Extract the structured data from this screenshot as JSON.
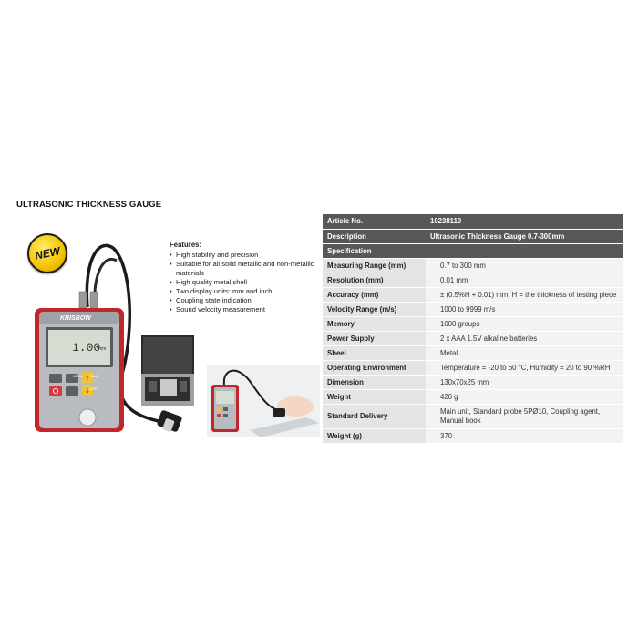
{
  "title": "ULTRASONIC THICKNESS GAUGE",
  "badge": "NEW",
  "device": {
    "brand": "KRISBOW",
    "display_value": "1.00",
    "display_unit": "mm",
    "keys": [
      "MENU",
      "CALB",
      "ZERO"
    ]
  },
  "features": {
    "heading": "Features:",
    "items": [
      "High stability and precision",
      "Suitable for all solid metallic and non-metallic materials",
      "High quality metal shell",
      "Two display units: mm and inch",
      "Coupling state indication",
      "Sound velocity measurement"
    ]
  },
  "spec_table": {
    "article": {
      "label": "Article No.",
      "value": "10238110"
    },
    "description": {
      "label": "Description",
      "value": "Ultrasonic Thickness Gauge 0.7-300mm"
    },
    "section": "Specification",
    "rows": [
      {
        "label": "Measuring Range (mm)",
        "value": "0.7 to 300 mm"
      },
      {
        "label": "Resolution (mm)",
        "value": "0.01 mm"
      },
      {
        "label": "Accuracy (mm)",
        "value": "± (0.5%H + 0.01) mm, H = the thickness of testing piece"
      },
      {
        "label": "Velocity Range (m/s)",
        "value": "1000 to 9999 m/s"
      },
      {
        "label": "Memory",
        "value": "1000 groups"
      },
      {
        "label": "Power Supply",
        "value": "2 x AAA 1.5V alkaline batteries"
      },
      {
        "label": "Sheel",
        "value": "Metal"
      },
      {
        "label": "Operating Environment",
        "value": "Temperature = -20 to 60 °C, Humidity = 20 to 90 %RH"
      },
      {
        "label": "Dimension",
        "value": "130x70x25 mm"
      },
      {
        "label": "Weight",
        "value": "420 g"
      },
      {
        "label": "Standard Delivery",
        "value": "Main unit, Standard probe 5PØ10, Coupling agent, Manual book"
      },
      {
        "label": "Weight (g)",
        "value": "370"
      }
    ]
  },
  "colors": {
    "header_dark": "#585858",
    "label_bg": "#e4e4e4",
    "value_bg": "#f3f3f3",
    "device_red": "#c0262b",
    "badge_yellow": "#f2c200"
  }
}
